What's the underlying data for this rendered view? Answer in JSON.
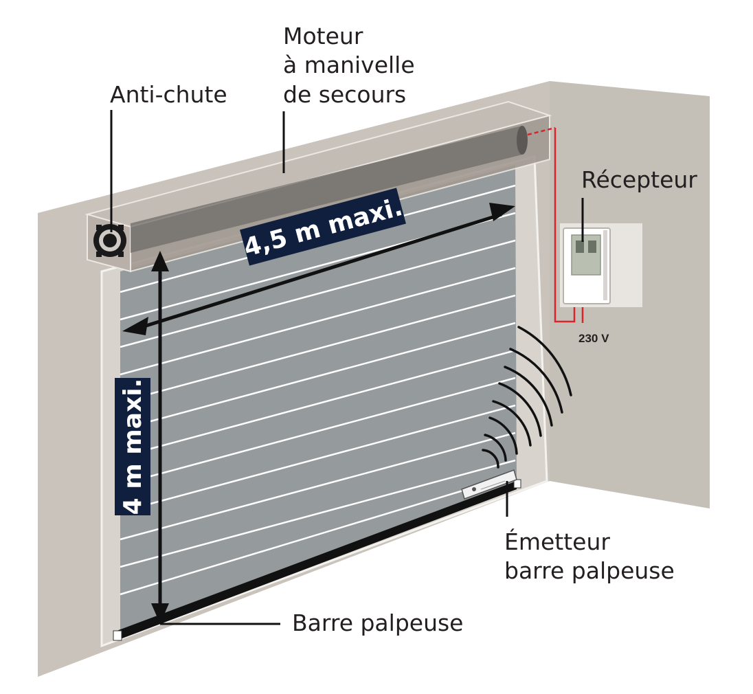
{
  "labels": {
    "anti_fall": "Anti-chute",
    "motor_line1": "Moteur",
    "motor_line2": "à manivelle",
    "motor_line3": "de secours",
    "receiver": "Récepteur",
    "voltage": "230 V",
    "width": "4,5 m maxi.",
    "height": "4 m maxi.",
    "transmitter_line1": "Émetteur",
    "transmitter_line2": "barre palpeuse",
    "safety_edge": "Barre palpeuse"
  },
  "colors": {
    "wall": "#c9c3bb",
    "side_wall": "#c4bfb7",
    "curtain": "#959b9c",
    "slat_line": "#ffffff",
    "box": "#b6aea7",
    "label_bg": "#0f1f3d",
    "wire": "#d9252a"
  }
}
